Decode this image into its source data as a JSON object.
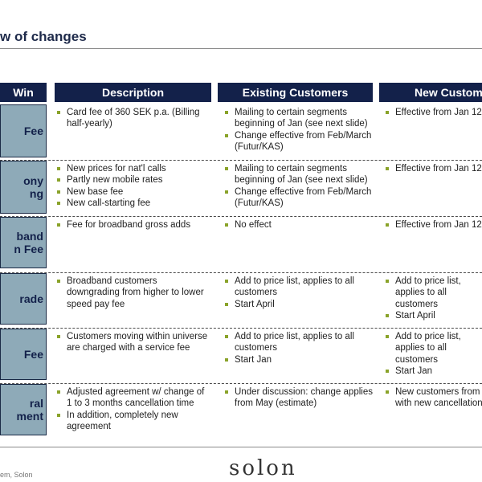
{
  "title": "w of changes",
  "headers": [
    "Win",
    "Description",
    "Existing Customers",
    "New Custom"
  ],
  "rows": [
    {
      "label": "Fee",
      "description": [
        "Card fee of 360 SEK p.a. (Billing half-yearly)"
      ],
      "existing": [
        "Mailing to certain segments beginning of Jan (see next slide)",
        "Change effective from  Feb/March (Futur/KAS)"
      ],
      "new": [
        "Effective from Jan 12"
      ]
    },
    {
      "label": "ony\nng",
      "description": [
        "New prices for nat'l calls",
        "Partly new mobile rates",
        "New base fee",
        "New call-starting fee"
      ],
      "existing": [
        "Mailing to certain segments beginning of Jan (see next slide)",
        "Change effective from  Feb/March (Futur/KAS)"
      ],
      "new": [
        "Effective from Jan 12"
      ]
    },
    {
      "label": "band\nn Fee",
      "description": [
        "Fee for broadband gross adds"
      ],
      "existing": [
        "No effect"
      ],
      "new": [
        "Effective from Jan 12"
      ]
    },
    {
      "label": "rade",
      "description": [
        "Broadband customers downgrading from higher to lower speed pay fee"
      ],
      "existing": [
        "Add to price list, applies to all customers",
        "Start April"
      ],
      "new": [
        "Add to price list,\napplies to all\ncustomers",
        "Start April"
      ]
    },
    {
      "label": "Fee",
      "description": [
        "Customers moving within universe are charged with a service fee"
      ],
      "existing": [
        "Add to price list, applies to all customers",
        "Start Jan"
      ],
      "new": [
        "Add to price list,\napplies to all\ncustomers",
        "Start Jan"
      ]
    },
    {
      "label": "ral\nment",
      "description": [
        "Adjusted agreement w/ change of 1 to 3 months cancellation time",
        "In addition, completely new agreement"
      ],
      "existing": [
        "Under discussion: change applies from May (estimate)"
      ],
      "new": [
        "New customers from\nwith new cancellation"
      ]
    }
  ],
  "footer": {
    "source": "em, Solon",
    "logo": "solon"
  }
}
